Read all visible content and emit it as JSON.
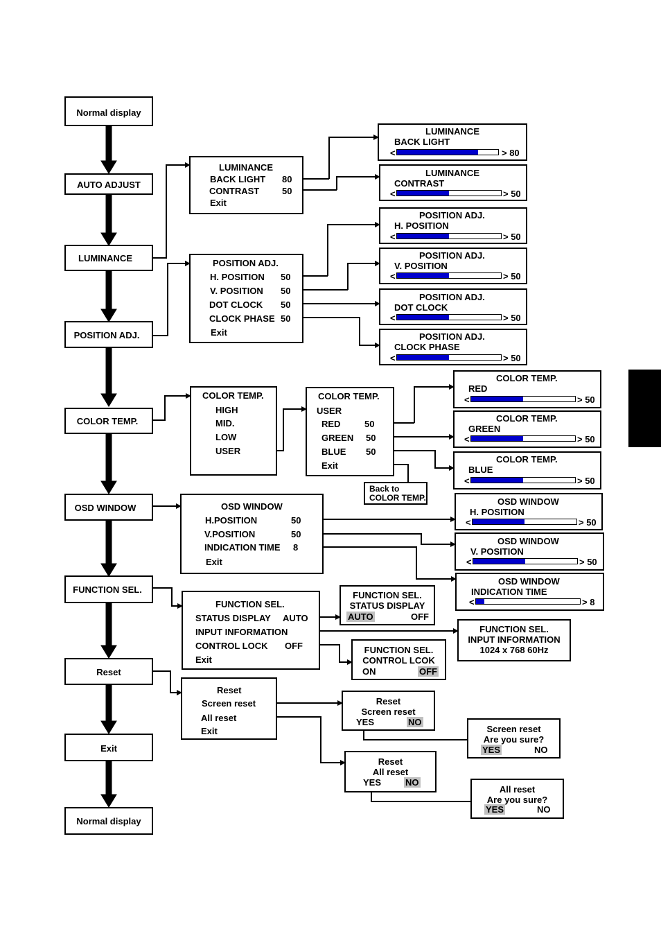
{
  "colors": {
    "bar_fill": "#0000cc",
    "highlight": "#c0c0c0",
    "line": "#000000"
  },
  "main": {
    "normal_top": "Normal display",
    "auto_adjust": "AUTO ADJUST",
    "luminance": "LUMINANCE",
    "position_adj": "POSITION ADJ.",
    "color_temp": "COLOR TEMP.",
    "osd_window": "OSD WINDOW",
    "function_sel": "FUNCTION SEL.",
    "reset": "Reset",
    "exit": "Exit",
    "normal_bottom": "Normal display"
  },
  "lum_menu": {
    "title": "LUMINANCE",
    "back_light": "BACK LIGHT",
    "back_light_val": "80",
    "contrast": "CONTRAST",
    "contrast_val": "50",
    "exit": "Exit"
  },
  "lum_back": {
    "title": "LUMINANCE",
    "label": "BACK LIGHT",
    "lt": "<",
    "gt": "> 80",
    "fill": 0.8
  },
  "lum_contrast": {
    "title": "LUMINANCE",
    "label": "CONTRAST",
    "lt": "<",
    "gt": "> 50",
    "fill": 0.5
  },
  "pos_menu": {
    "title": "POSITION ADJ.",
    "h": "H. POSITION",
    "v": "V. POSITION",
    "dot": "DOT CLOCK",
    "phase": "CLOCK PHASE",
    "val": "50",
    "exit": "Exit"
  },
  "pos_h": {
    "title": "POSITION ADJ.",
    "label": "H. POSITION",
    "lt": "<",
    "gt": "> 50",
    "fill": 0.5
  },
  "pos_v": {
    "title": "POSITION ADJ.",
    "label": "V. POSITION",
    "lt": "<",
    "gt": "> 50",
    "fill": 0.5
  },
  "pos_dot": {
    "title": "POSITION ADJ.",
    "label": "DOT CLOCK",
    "lt": "<",
    "gt": "> 50",
    "fill": 0.5
  },
  "pos_phase": {
    "title": "POSITION ADJ.",
    "label": "CLOCK PHASE",
    "lt": "<",
    "gt": "> 50",
    "fill": 0.5
  },
  "ct_menu": {
    "title": "COLOR TEMP.",
    "high": "HIGH",
    "mid": "MID.",
    "low": "LOW",
    "user": "USER"
  },
  "ct_user": {
    "title": "COLOR TEMP.",
    "user": "USER",
    "red": "RED",
    "green": "GREEN",
    "blue": "BLUE",
    "val": "50",
    "exit": "Exit"
  },
  "ct_back": {
    "line1": "Back to",
    "line2": "COLOR TEMP."
  },
  "ct_red": {
    "title": "COLOR TEMP.",
    "label": "RED",
    "lt": "<",
    "gt": "> 50",
    "fill": 0.5
  },
  "ct_green": {
    "title": "COLOR TEMP.",
    "label": "GREEN",
    "lt": "<",
    "gt": "> 50",
    "fill": 0.5
  },
  "ct_blue": {
    "title": "COLOR TEMP.",
    "label": "BLUE",
    "lt": "<",
    "gt": "> 50",
    "fill": 0.5
  },
  "osd_menu": {
    "title": "OSD WINDOW",
    "h": "H.POSITION",
    "h_val": "50",
    "v": "V.POSITION",
    "v_val": "50",
    "time": "INDICATION TIME",
    "time_val": "8",
    "exit": "Exit"
  },
  "osd_h": {
    "title": "OSD WINDOW",
    "label": "H. POSITION",
    "lt": "<",
    "gt": "> 50",
    "fill": 0.5
  },
  "osd_v": {
    "title": "OSD WINDOW",
    "label": "V. POSITION",
    "lt": "<",
    "gt": "> 50",
    "fill": 0.5
  },
  "osd_time": {
    "title": "OSD WINDOW",
    "label": "INDICATION TIME",
    "lt": "<",
    "gt": "> 8",
    "fill": 0.08
  },
  "fs_menu": {
    "title": "FUNCTION SEL.",
    "status": "STATUS DISPLAY",
    "status_val": "AUTO",
    "input": "INPUT INFORMATION",
    "lock": "CONTROL LOCK",
    "lock_val": "OFF",
    "exit": "Exit"
  },
  "fs_status": {
    "title": "FUNCTION SEL.",
    "label": "STATUS DISPLAY",
    "opt1": "AUTO",
    "opt2": "OFF"
  },
  "fs_input": {
    "title": "FUNCTION SEL.",
    "label": "INPUT INFORMATION",
    "value": "1024 x 768 60Hz"
  },
  "fs_lock": {
    "title": "FUNCTION SEL.",
    "label": "CONTROL LCOK",
    "opt1": "ON",
    "opt2": "OFF"
  },
  "reset_menu": {
    "title": "Reset",
    "screen": "Screen reset",
    "all": "All reset",
    "exit": "Exit"
  },
  "reset_screen": {
    "title": "Reset",
    "label": "Screen reset",
    "yes": "YES",
    "no": "NO"
  },
  "reset_all": {
    "title": "Reset",
    "label": "All reset",
    "yes": "YES",
    "no": "NO"
  },
  "confirm_screen": {
    "title": "Screen reset",
    "question": "Are you sure?",
    "yes": "YES",
    "no": "NO"
  },
  "confirm_all": {
    "title": "All reset",
    "question": "Are you sure?",
    "yes": "YES",
    "no": "NO"
  }
}
